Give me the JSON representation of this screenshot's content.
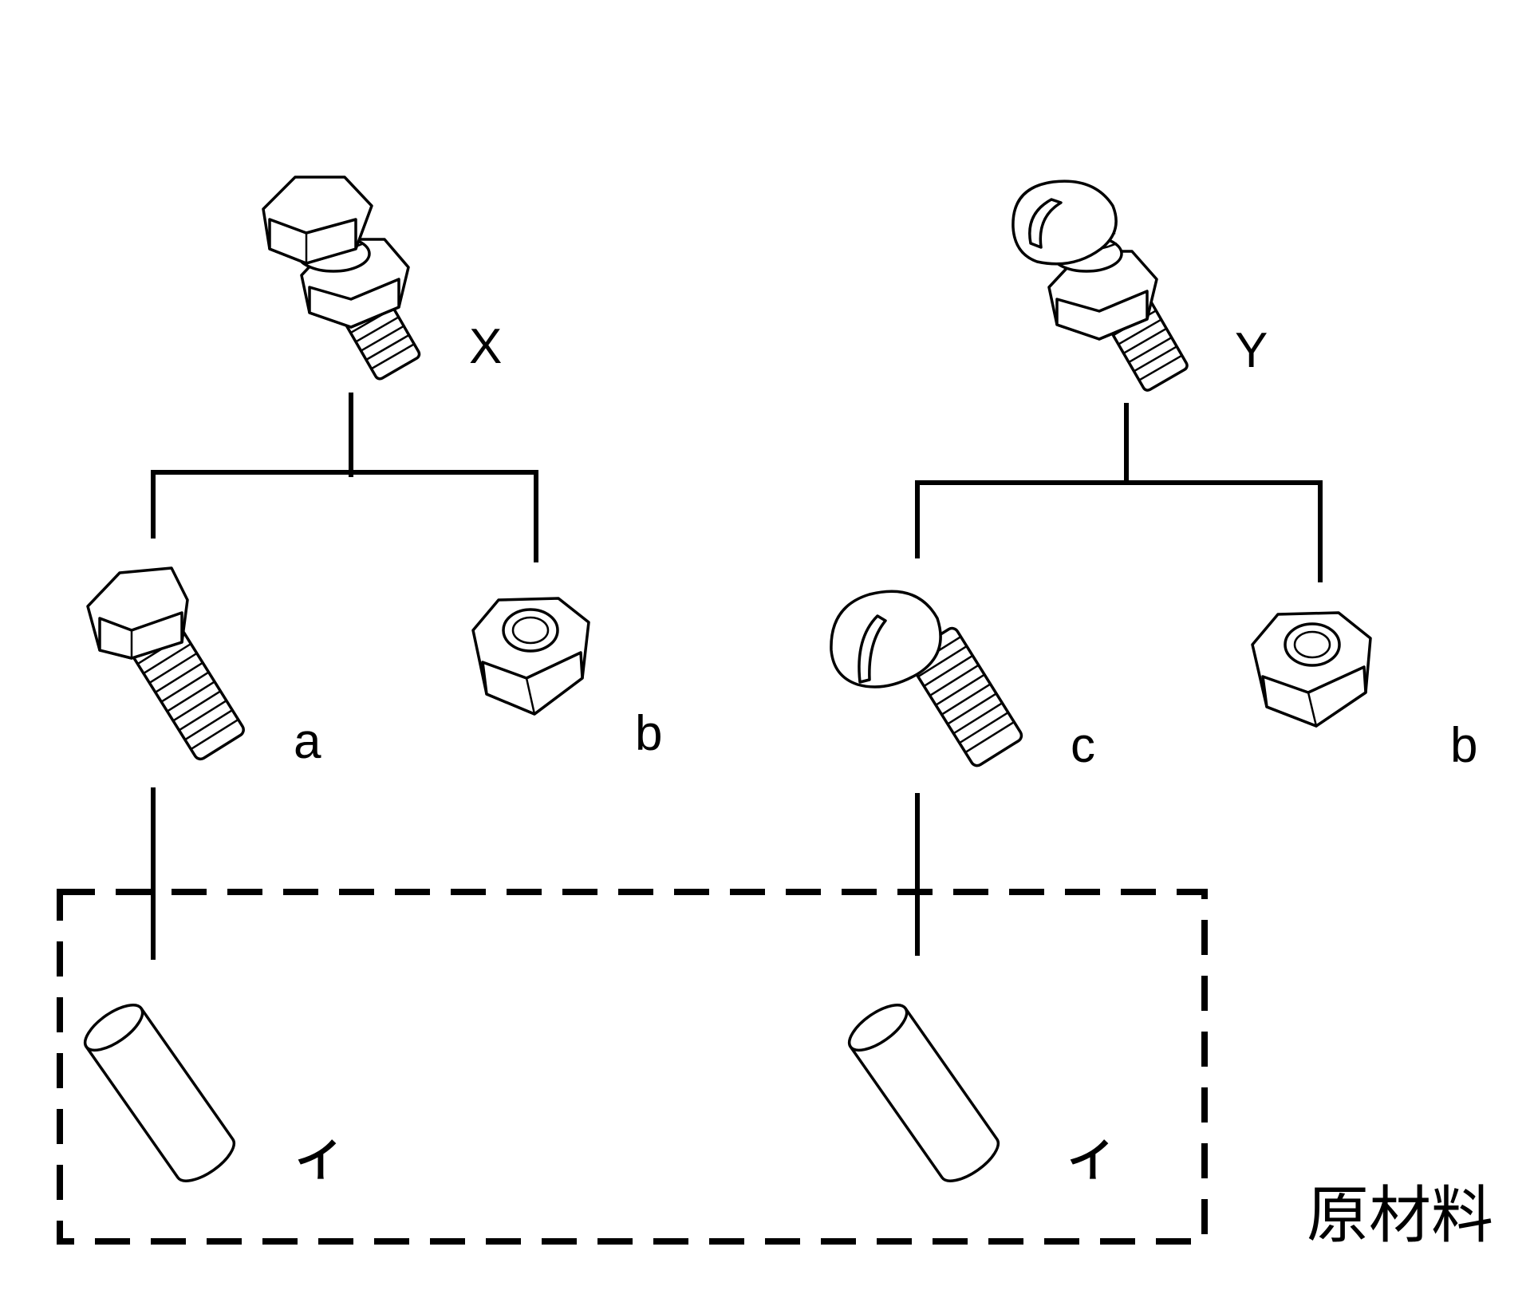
{
  "labels": {
    "assembly_x": "X",
    "assembly_y": "Y",
    "part_a": "a",
    "part_b_left": "b",
    "part_c": "c",
    "part_b_right": "b",
    "raw_left": "イ",
    "raw_right": "イ"
  },
  "caption": "原材料",
  "icons": {
    "assembly_x": "hex-bolt-with-nut-icon",
    "assembly_y": "round-head-screw-with-nut-icon",
    "part_a": "hex-bolt-icon",
    "part_b": "hex-nut-icon",
    "part_c": "round-head-screw-icon",
    "raw_material": "cylinder-rod-icon"
  }
}
